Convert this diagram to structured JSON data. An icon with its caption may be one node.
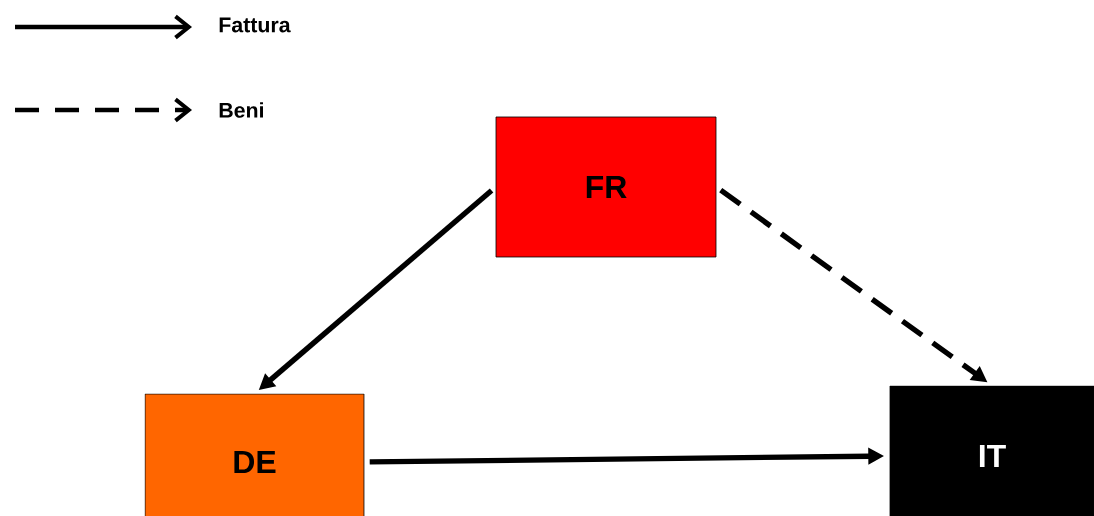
{
  "diagram": {
    "nodes": [
      {
        "text": [
          "FR"
        ]
      },
      {
        "text": [
          "DE"
        ]
      },
      {
        "text": [
          "IT"
        ]
      }
    ],
    "edges": [
      {
        "from": 0,
        "to": 1,
        "arrow": "to"
      },
      {
        "from": 0,
        "to": 2,
        "arrow": "to",
        "style": "dashed"
      },
      {
        "from": 1,
        "to": 2,
        "arrow": "to"
      }
    ],
    "legend": [
      {
        "text": "Fattura"
      },
      {
        "text": "Beni"
      }
    ]
  }
}
